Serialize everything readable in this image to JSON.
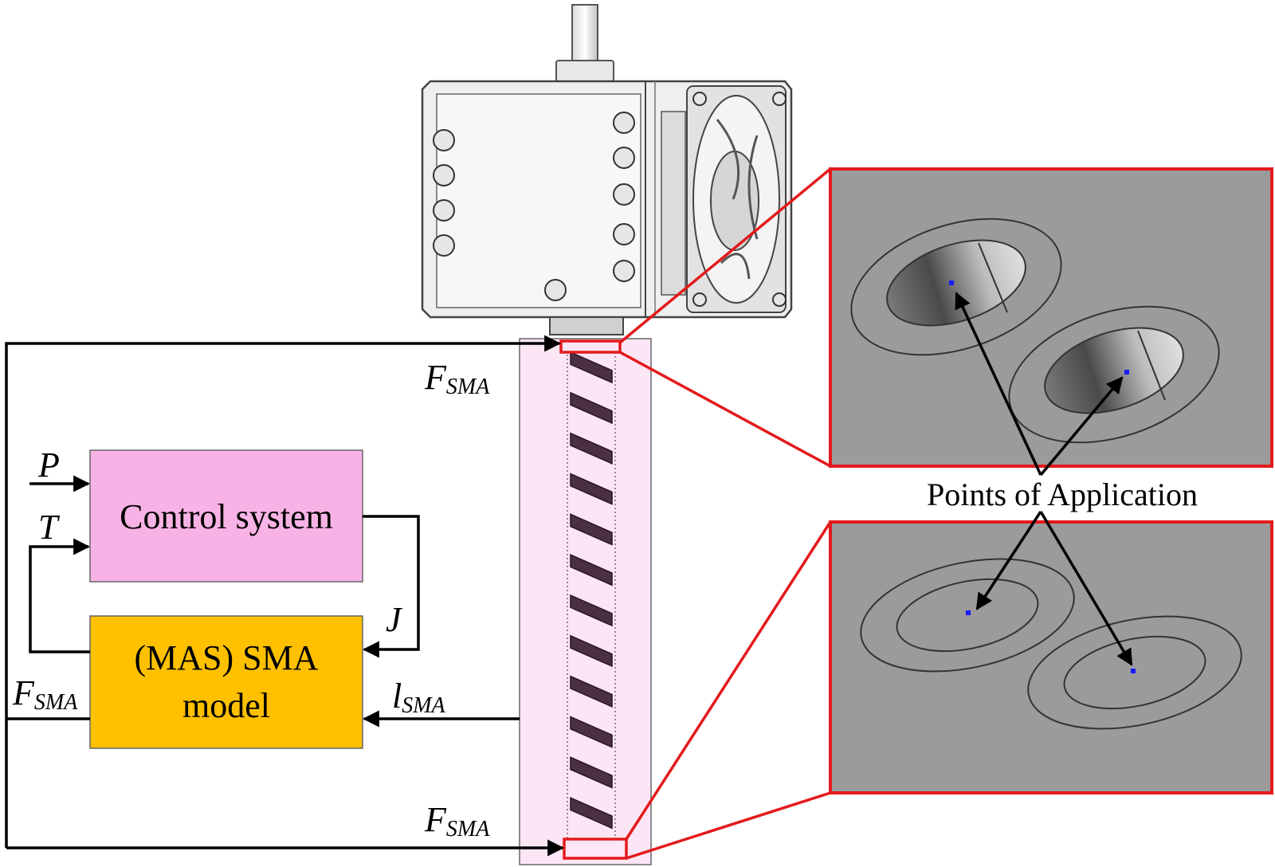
{
  "diagram": {
    "control_block": {
      "label": "Control system",
      "color": "#f8b3e6"
    },
    "model_block": {
      "line1": "(MAS) SMA",
      "line2": "model",
      "color": "#ffc000"
    },
    "inputs": {
      "p": "P",
      "t": "T",
      "j": "J"
    },
    "signals": {
      "f_sma_base": "F",
      "f_sma_sub": "SMA",
      "l_sma_base": "l",
      "l_sma_sub": "SMA"
    },
    "annotation": "Points of Application",
    "colors": {
      "highlight_red": "#e31a1c",
      "spring_column": "#fce6f5",
      "zoom_panel": "#9b9b9b",
      "point_marker": "#1a1aff"
    }
  }
}
